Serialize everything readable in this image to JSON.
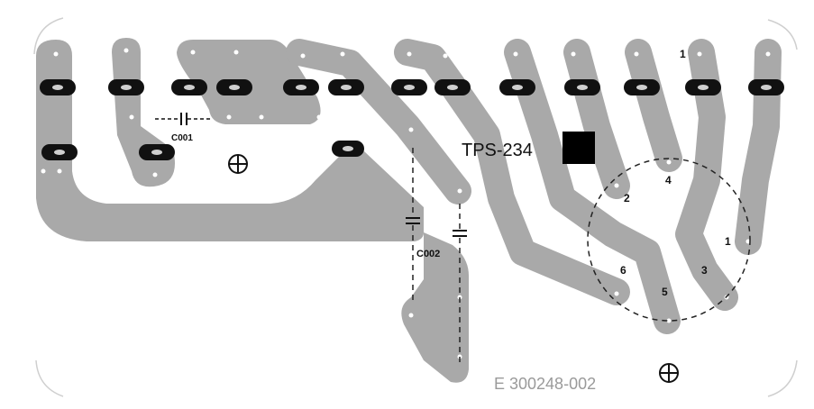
{
  "labels": {
    "ic": "TPS-234",
    "cap1": "C001",
    "cap2": "C002",
    "part_number": "E 300248-002",
    "pin1": "1",
    "pin2": "2",
    "pin3": "3",
    "pin4": "4",
    "pin5": "5",
    "pin6": "6",
    "pin_top": "1"
  },
  "colors": {
    "trace": "#a9a9a9",
    "pad": "#111111",
    "ic_body": "#000000",
    "background": "#ffffff"
  }
}
